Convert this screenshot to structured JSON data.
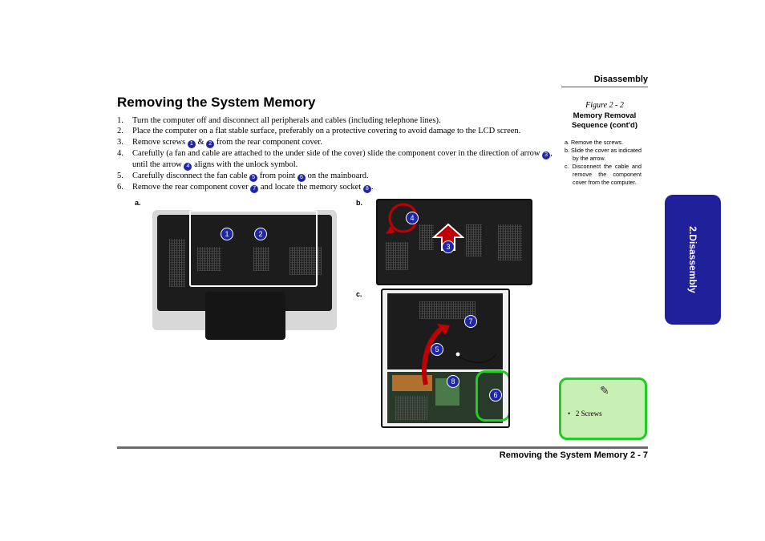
{
  "header": {
    "section": "Disassembly"
  },
  "title": "Removing the System Memory",
  "steps": [
    {
      "num": "1.",
      "text": "Turn the computer off and disconnect all peripherals and cables (including telephone lines)."
    },
    {
      "num": "2.",
      "text": "Place the computer on a flat stable surface, preferably on a protective covering to avoid damage to the LCD screen."
    },
    {
      "num": "3.",
      "a": "Remove screws ",
      "c1": "1",
      "b": " & ",
      "c2": "2",
      "d": " from the rear component cover."
    },
    {
      "num": "4.",
      "a": "Carefully (a fan and cable are attached to the under side of the cover) slide the component cover in the direction of arrow ",
      "c1": "3",
      "b": ", until the arrow ",
      "c2": "4",
      "d": " aligns with the unlock symbol."
    },
    {
      "num": "5.",
      "a": "Carefully disconnect the fan cable ",
      "c1": "5",
      "b": " from point ",
      "c2": "6",
      "d": " on the mainboard."
    },
    {
      "num": "6.",
      "a": "Remove the rear component cover ",
      "c1": "7",
      "b": " and locate the memory socket ",
      "c2": "8",
      "d": "."
    }
  ],
  "figure": {
    "number": "Figure 2 - 2",
    "title": "Memory Removal Sequence (cont'd)",
    "notes": [
      "a. Remove the screws.",
      "b. Slide the cover as indicated by the arrow.",
      "c. Disconnect the cable and remove the component cover from the computer."
    ]
  },
  "side_tab": "2.Disassembly",
  "panels": {
    "a": {
      "label": "a.",
      "callouts": [
        "1",
        "2"
      ]
    },
    "b": {
      "label": "b.",
      "callouts": [
        "4",
        "3"
      ]
    },
    "c": {
      "label": "c.",
      "callouts": [
        "7",
        "5",
        "8",
        "6"
      ]
    }
  },
  "note": {
    "icon": "pencil-icon",
    "bullet": "•",
    "text": "2 Screws"
  },
  "footer": {
    "text": "Removing the System Memory  2  -  7"
  },
  "colors": {
    "callout": "#1f27a8",
    "side_tab": "#20209a",
    "note_bg": "#c8f0b4",
    "note_border": "#22cc22",
    "arrow": "#c00000"
  }
}
